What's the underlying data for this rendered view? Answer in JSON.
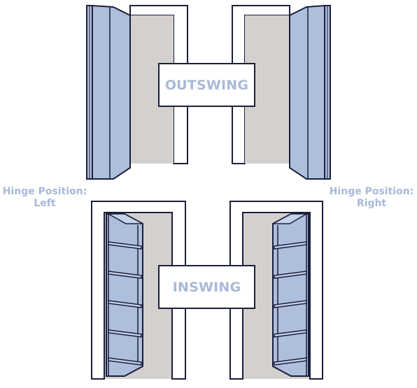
{
  "labels": {
    "outswing": "OUTSWING",
    "inswing": "INSWING",
    "hinge_left": "Hinge Position:\nLeft",
    "hinge_right": "Hinge Position:\nRight"
  },
  "colors": {
    "accent": "#a7b9d6",
    "door_fill": "#aebfdd",
    "outline": "#1a1f3a",
    "closet_interior": "#d4d0ce",
    "background": "#ffffff"
  },
  "diagrams": [
    {
      "mode": "outswing",
      "hinge": "left"
    },
    {
      "mode": "outswing",
      "hinge": "right"
    },
    {
      "mode": "inswing",
      "hinge": "left"
    },
    {
      "mode": "inswing",
      "hinge": "right"
    }
  ]
}
